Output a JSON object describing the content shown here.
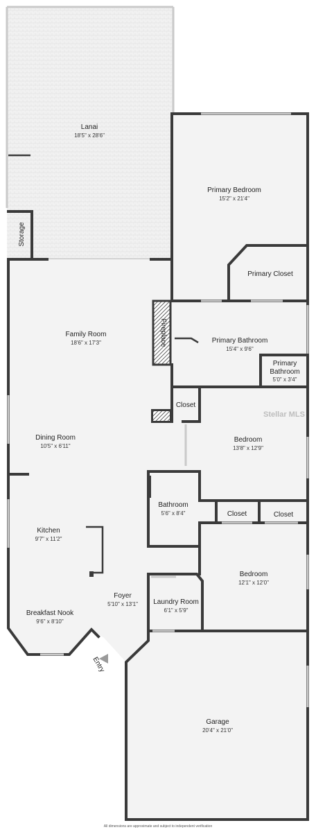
{
  "rooms": {
    "lanai": {
      "name": "Lanai",
      "dim": "18'5\" x 28'6\""
    },
    "primary_bedroom": {
      "name": "Primary Bedroom",
      "dim": "15'2\" x 21'4\""
    },
    "storage": {
      "name": "Storage"
    },
    "primary_closet": {
      "name": "Primary Closet"
    },
    "family_room": {
      "name": "Family Room",
      "dim": "18'6\" x 17'3\""
    },
    "fireplace": {
      "name": "Fireplace"
    },
    "primary_bathroom": {
      "name": "Primary Bathroom",
      "dim": "15'4\" x 9'6\""
    },
    "primary_bathroom_small": {
      "name_line1": "Primary",
      "name_line2": "Bathroom",
      "dim": "5'0\" x 3'4\""
    },
    "closet_1": {
      "name": "Closet"
    },
    "dining_room": {
      "name": "Dining Room",
      "dim": "10'5\" x 6'11\""
    },
    "bedroom_1": {
      "name": "Bedroom",
      "dim": "13'8\" x 12'9\""
    },
    "bathroom": {
      "name": "Bathroom",
      "dim": "5'6\" x 8'4\""
    },
    "closet_2": {
      "name": "Closet"
    },
    "closet_3": {
      "name": "Closet"
    },
    "kitchen": {
      "name": "Kitchen",
      "dim": "9'7\" x 11'2\""
    },
    "bedroom_2": {
      "name": "Bedroom",
      "dim": "12'1\" x 12'0\""
    },
    "foyer": {
      "name": "Foyer",
      "dim": "5'10\" x 13'1\""
    },
    "laundry_room": {
      "name": "Laundry Room",
      "dim": "6'1\" x 5'9\""
    },
    "breakfast_nook": {
      "name": "Breakfast Nook",
      "dim": "9'6\" x 8'10\""
    },
    "garage": {
      "name": "Garage",
      "dim": "20'4\" x 21'0\""
    }
  },
  "entry_label": "Entry",
  "watermark": "Stellar MLS",
  "disclaimer": "All dimensions are approximate and subject to independent verification",
  "colors": {
    "wall": "#3a3a3a",
    "floor": "#f2f2f2",
    "window": "#c9c9c9"
  }
}
